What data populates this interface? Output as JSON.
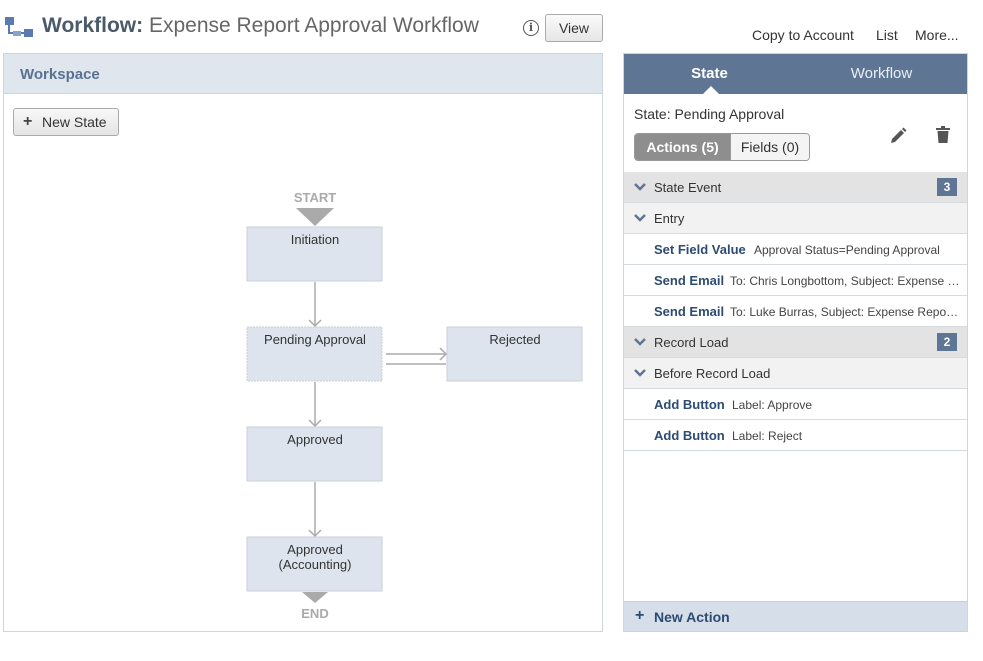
{
  "header": {
    "title_prefix": "Workflow:",
    "title_name": "Expense Report Approval Workflow",
    "view_label": "View",
    "links": [
      "Copy to Account",
      "List",
      "More..."
    ]
  },
  "workspace": {
    "title": "Workspace",
    "new_state_label": "New State",
    "diagram": {
      "start_label": "START",
      "end_label": "END",
      "states": [
        "Initiation",
        "Pending Approval",
        "Rejected",
        "Approved",
        "Approved",
        "(Accounting)"
      ]
    }
  },
  "panel": {
    "tabs": [
      "State",
      "Workflow"
    ],
    "state_name": "State: Pending Approval",
    "seg_actions": "Actions (5)",
    "seg_fields": "Fields (0)",
    "rows": [
      {
        "kind": "group",
        "label": "State Event",
        "count": "3"
      },
      {
        "kind": "sub",
        "label": "Entry"
      },
      {
        "kind": "action",
        "name": "Set Field Value",
        "detail": "Approval Status=Pending Approval"
      },
      {
        "kind": "action",
        "name": "Send Email",
        "detail": "To: Chris Longbottom, Subject: Expense Report Approval"
      },
      {
        "kind": "action",
        "name": "Send Email",
        "detail": "To: Luke Burras, Subject: Expense Report Approval"
      },
      {
        "kind": "group",
        "label": "Record Load",
        "count": "2"
      },
      {
        "kind": "sub",
        "label": "Before Record Load"
      },
      {
        "kind": "action",
        "name": "Add Button",
        "detail": "Label: Approve"
      },
      {
        "kind": "action",
        "name": "Add Button",
        "detail": "Label: Reject"
      }
    ],
    "new_action_label": "New Action"
  },
  "colors": {
    "accent": "#5f7594",
    "link": "#2d4b73",
    "state_fill": "#dde4ee"
  }
}
